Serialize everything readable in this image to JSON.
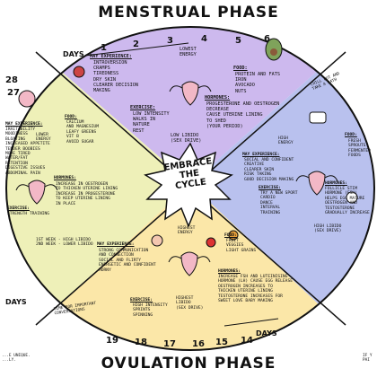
{
  "titles": {
    "top": "MENSTRUAL PHASE",
    "bottom": "OVULATION PHASE"
  },
  "center": {
    "line1": "EMBRACE",
    "line2": "THE",
    "line3": "CYCLE"
  },
  "days_labels": {
    "top_left": "DAYS",
    "bottom_right": "DAYS",
    "left": "DAYS"
  },
  "day_numbers": {
    "top": [
      "1",
      "2",
      "3",
      "4",
      "5",
      "6"
    ],
    "bottom": [
      "19",
      "18",
      "17",
      "16",
      "15",
      "14"
    ],
    "left": [
      "28",
      "27"
    ]
  },
  "menstrual": {
    "experience_title": "MAY EXPERIENCE:",
    "experience": [
      "INTROVERSION",
      "CRAMPS",
      "TIREDNESS",
      "DRY SKIN",
      "CLEARER DECISION",
      "MAKING"
    ],
    "energy": "LOWEST ENERGY",
    "exercise_title": "EXERCISE:",
    "exercise": [
      "LOW INTENSITY",
      "WALKS IN",
      "NATURE",
      "REST"
    ],
    "libido": [
      "LOW LIBIDO",
      "(SEX DRIVE)"
    ],
    "food_title": "FOOD:",
    "food": [
      "PROTEIN AND FATS",
      "IRON",
      "AVOCADO",
      "NUTS"
    ],
    "hormones_title": "HORMONES:",
    "hormones": [
      "PROGESTERONE AND OESTROGEN",
      "DECREASE",
      "CAUSE UTERINE LINING",
      "TO SHED",
      "(YOUR PERIOD)"
    ],
    "note": "CHILL OUT AND TAKE A BATH"
  },
  "luteal": {
    "experience_title": "MAY EXPERIENCE:",
    "experience": [
      "IRRITABILITY",
      "MOODINESS",
      "BLOATING",
      "INCREASED APPETITE",
      "TENDER BOOBIES",
      "MORE TIRED",
      "WATER/FAT",
      "RETENTION",
      "DIGESTIVE ISSUES",
      "ABDOMINAL PAIN"
    ],
    "energy": "LOWER ENERGY",
    "food_title": "FOOD:",
    "food": [
      "CALCIUM",
      "AND MAGNESIUM",
      "LEAFY GREENS",
      "VIT B",
      "AVOID SUGAR"
    ],
    "hormones_title": "HORMONES:",
    "hormones": [
      "INCREASE IN OESTROGEN",
      "TO THICKEN UTERINE LINING",
      "INCREASE IN PROGESTERONE",
      "TO KEEP UTERINE LINING",
      "IN PLACE"
    ],
    "exercise_title": "EXERCISE:",
    "exercise": [
      "STRENGTH TRAINING"
    ],
    "libido": [
      "1ST WEEK - HIGH LIBIDO",
      "2ND WEEK - LOWER LIBIDO"
    ]
  },
  "follicular": {
    "energy": "HIGH ENERGY",
    "experience_title": "MAY EXPERIENCE:",
    "experience": [
      "SOCIAL AND CONFIDENT",
      "CREATIVE",
      "CLEARER SKIN",
      "RISK TAKING",
      "GOOD DECISION MAKING"
    ],
    "exercise_title": "EXERCISE:",
    "exercise": [
      "TRY A NEW SPORT",
      "CARDIO",
      "DANCE",
      "INTERVAL",
      "TRAINING"
    ],
    "libido": [
      "HIGH LIBIDO",
      "(SEX DRIVE)"
    ],
    "food_title": "FOOD:",
    "food": [
      "FRESH",
      "SPROUTS",
      "FERMENTED",
      "FOODS"
    ],
    "hormones_title": "HORMONES:",
    "hormones": [
      "FOLLICLE STIM",
      "HORMONE (FSH)",
      "HELPS EGG MATURE",
      "OESTROGEN AND",
      "TESTOSTERONE",
      "GRADUALLY INCREASE"
    ]
  },
  "ovulation": {
    "energy": "HIGHEST ENERGY",
    "experience_title": "MAY EXPERIENCE:",
    "experience": [
      "STRONG COMMUNICATION",
      "AND CONNECTION",
      "SOCIAL AND FLIRTY",
      "ENERGETIC AND CONFIDENT",
      "HORNY"
    ],
    "exercise_title": "EXERCISE:",
    "exercise": [
      "HIGH INTENSITY",
      "SPRINTS",
      "SPINNING"
    ],
    "libido": [
      "HIGHEST",
      "LIBIDO",
      "(SEX DRIVE)"
    ],
    "food_title": "FOOD:",
    "food": [
      "FRUIT",
      "VEGGIES",
      "LIGHT GRAINS"
    ],
    "hormones_title": "HORMONES:",
    "hormones": [
      "INCREASE FSH AND LUTEINISING",
      "HORMONE (LH) CAUSE EGG RELEASE",
      "OESTROGEN INCREASES TO",
      "THICKEN UTERINE LINING",
      "TESTOSTERONE INCREASES FOR",
      "SWEET LOVE BABY MAKING"
    ],
    "note": "TIME FOR IMPORTANT CONVERSATIONS"
  },
  "footer": {
    "left": "...E UNIQUE.",
    "left2": "...LY.",
    "right": "IF Y",
    "right2": "PAI"
  },
  "colors": {
    "menstrual": "#cdb9ee",
    "luteal": "#eef0b8",
    "follicular": "#b9c1ee",
    "ovulation": "#fbe7a8",
    "outline": "#111111",
    "pink": "#f2b8c6"
  }
}
